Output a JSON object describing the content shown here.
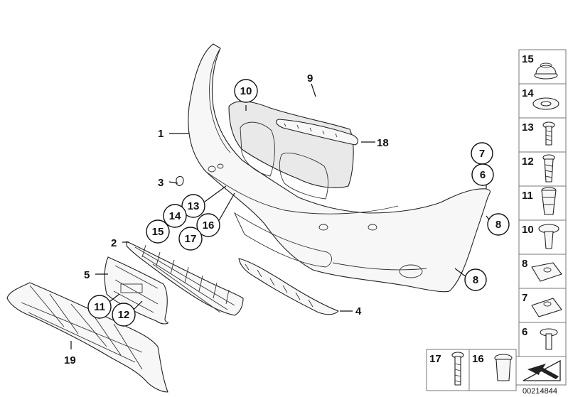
{
  "diagram": {
    "callouts": {
      "c1": "1",
      "c2": "2",
      "c3": "3",
      "c4": "4",
      "c5": "5",
      "c6": "6",
      "c7": "7",
      "c8a": "8",
      "c8b": "8",
      "c9": "9",
      "c10": "10",
      "c11": "11",
      "c12": "12",
      "c13": "13",
      "c14": "14",
      "c15": "15",
      "c16": "16",
      "c17": "17",
      "c18": "18",
      "c19": "19"
    },
    "side_panel": [
      "15",
      "14",
      "13",
      "12",
      "11",
      "10",
      "8",
      "7",
      "6"
    ],
    "bottom_panel": [
      "17",
      "16"
    ],
    "reference_number": "00214844"
  }
}
